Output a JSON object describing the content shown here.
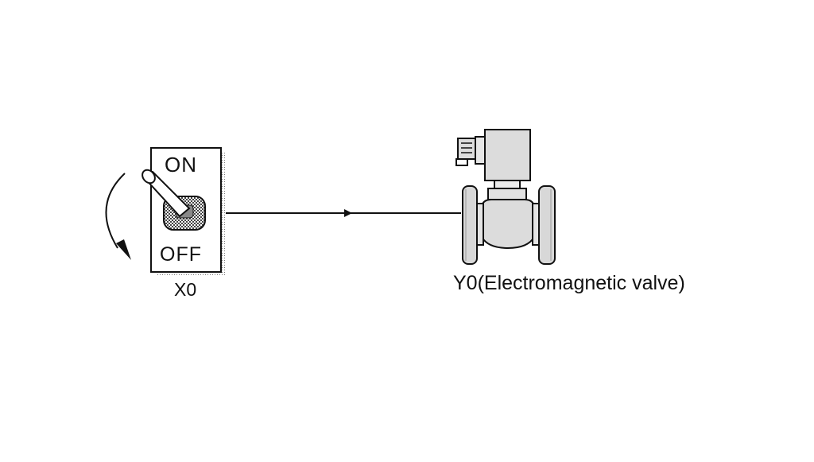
{
  "switch": {
    "on_label": "ON",
    "off_label": "OFF",
    "caption": "X0"
  },
  "valve": {
    "caption": "Y0(Electromagnetic valve)"
  },
  "icons": {
    "toggle": "toggle-switch-icon",
    "rotation": "curved-arrow-icon",
    "signal": "arrow-right-icon",
    "valve": "solenoid-valve-icon"
  },
  "colors": {
    "line": "#111111",
    "valve_fill": "#dcdcdc",
    "shadow": "#bdbdbd"
  }
}
